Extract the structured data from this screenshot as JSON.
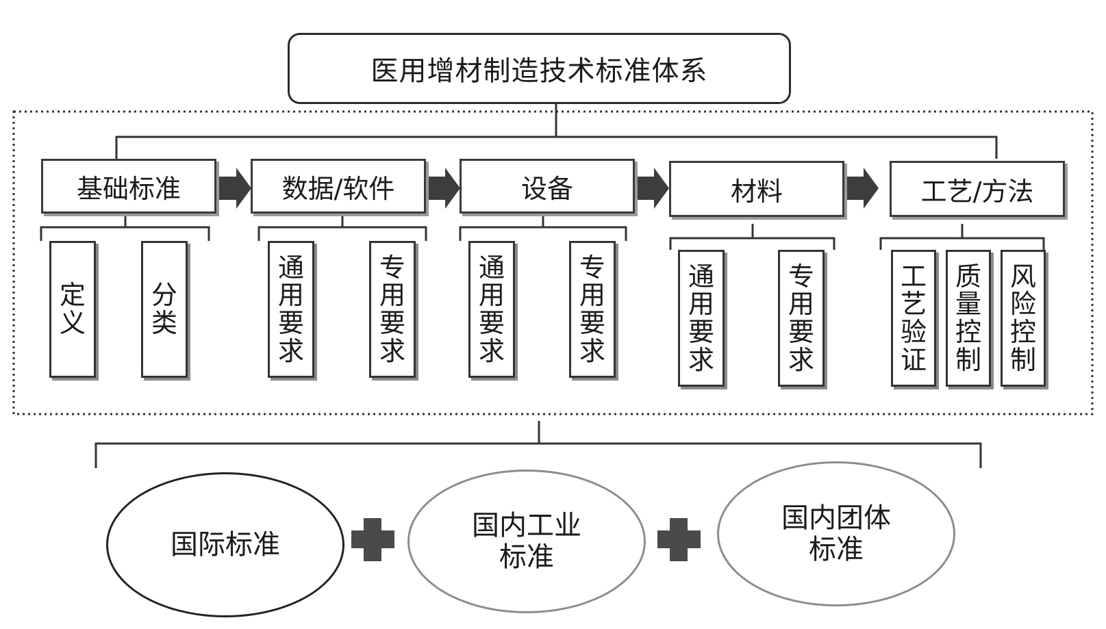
{
  "title": "医用增材制造技术标准体系",
  "categories": [
    {
      "label": "基础标准",
      "items": [
        "定义",
        "分类"
      ]
    },
    {
      "label": "数据/软件",
      "items": [
        "通用要求",
        "专用要求"
      ]
    },
    {
      "label": "设备",
      "items": [
        "通用要求",
        "专用要求"
      ]
    },
    {
      "label": "材料",
      "items": [
        "通用要求",
        "专用要求"
      ]
    },
    {
      "label": "工艺/方法",
      "items": [
        "工艺验证",
        "质量控制",
        "风险控制"
      ]
    }
  ],
  "sources": [
    "国际标准",
    "国内工业标准",
    "国内团体标准"
  ],
  "colors": {
    "arrow": "#3d3d3d",
    "plus": "#4a4a4a",
    "line": "#333333",
    "dotted_border": "#333333"
  }
}
